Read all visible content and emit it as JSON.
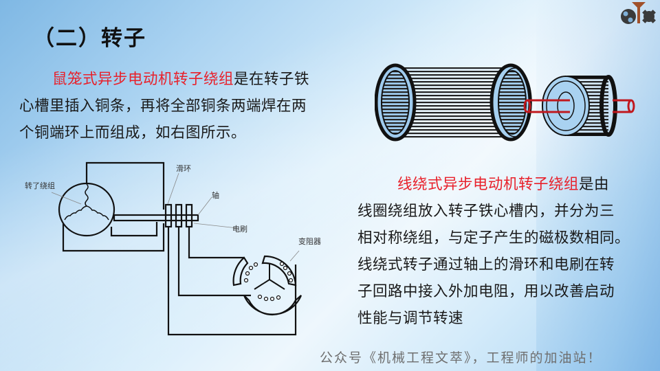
{
  "slide": {
    "title": "（二）转子",
    "squirrel_cage": {
      "highlight": "鼠笼式异步电动机转子绕组",
      "line1_rest": "是在转子铁",
      "line2": "心槽里插入铜条，再将全部铜条两端焊在两",
      "line3": "个铜端环上而组成，如右图所示。"
    },
    "wound_rotor": {
      "highlight": "线绕式异步电动机转子绕组",
      "line1_rest": "是由",
      "line2": "线圈绕组放入转子铁心槽内，并分为三",
      "line3": "相对称绕组，与定子产生的磁极数相同。",
      "line4": "线绕式转子通过轴上的滑环和电刷在转",
      "line5": "子回路中接入外加电阻，用以改善启动",
      "line6": "性能与调节转速"
    },
    "diagram_labels": {
      "rotor_winding": "转了绕组",
      "slip_ring": "滑环",
      "shaft": "轴",
      "brush": "电刷",
      "rheostat": "变阻器"
    },
    "footer": "公众号《机械工程文萃》，工程师的加油站！",
    "colors": {
      "highlight": "#e8202a",
      "text": "#1a1a1a",
      "shaft": "#c0181e",
      "footer": "#6e6e6e"
    },
    "icons": {
      "logo": "gear-funnel-logo-icon"
    }
  }
}
